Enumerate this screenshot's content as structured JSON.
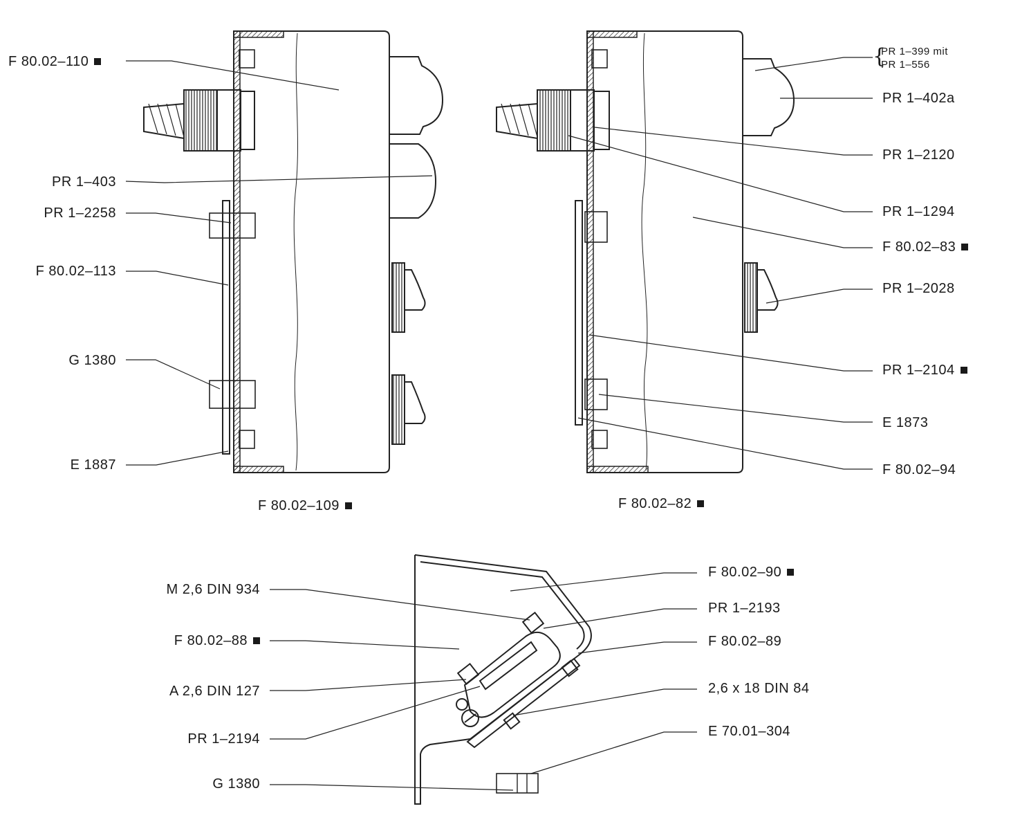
{
  "left_view": {
    "caption": "F 80.02–109",
    "labels": {
      "housing": "F 80.02–110",
      "lamp": "PR 1–403",
      "screw_top": "PR 1–2258",
      "bracket": "F 80.02–113",
      "screw_bottom": "G 1380",
      "nut": "E 1887"
    }
  },
  "right_view": {
    "caption": "F 80.02–82",
    "labels": {
      "lamp_socket_a": "PR 1–399 mit",
      "lamp_socket_b": "PR 1–556",
      "lens": "PR 1–402a",
      "gland_nut": "PR 1–2120",
      "cable_gland": "PR 1–1294",
      "housing": "F 80.02–83",
      "toggle": "PR 1–2028",
      "rail": "PR 1–2104",
      "spacer": "E 1873",
      "plate": "F 80.02–94"
    }
  },
  "bottom_view": {
    "labels_left": {
      "nut": "M 2,6 DIN 934",
      "side_plate": "F 80.02–88",
      "washer": "A 2,6 DIN 127",
      "switch": "PR 1–2194",
      "screw": "G 1380"
    },
    "labels_right": {
      "cover": "F 80.02–90",
      "bracket": "PR 1–2193",
      "mount": "F 80.02–89",
      "screw": "2,6 x 18 DIN 84",
      "nut": "E 70.01–304"
    }
  }
}
